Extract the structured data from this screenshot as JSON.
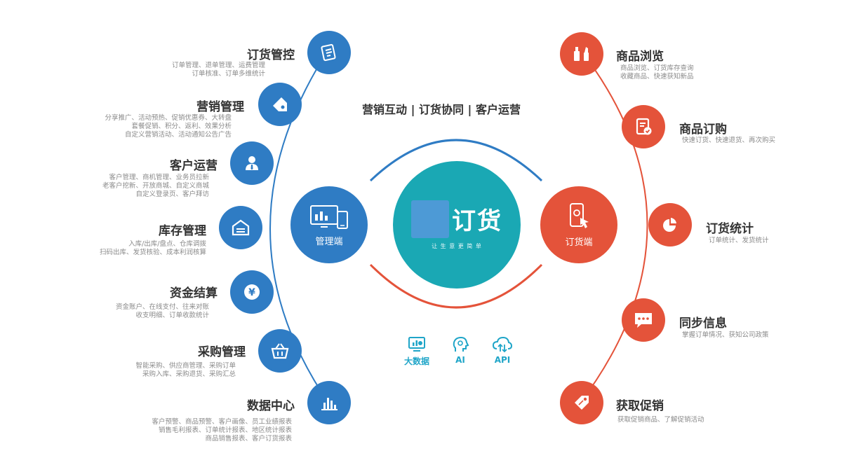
{
  "tagline": "营销互动 | 订货协同 | 客户运营",
  "center": {
    "logo_text": "订货",
    "slogan": "让 生 意 更 简 单"
  },
  "admin_hub": {
    "label": "管理端",
    "icon": "monitor-tablet-icon",
    "color": "#2f7cc4"
  },
  "order_hub": {
    "label": "订货端",
    "icon": "phone-tap-icon",
    "color": "#e4533a"
  },
  "center_color": "#1aa8b4",
  "left_modules": [
    {
      "title": "订货管控",
      "icon": "document-edit-icon",
      "lines": [
        "订单管理、退单管理、运费管理",
        "订单核准、订单多维统计"
      ]
    },
    {
      "title": "营销管理",
      "icon": "price-tag-icon",
      "lines": [
        "分享推广、活动预热、促销优惠券、大转盘",
        "套餐促销、积分、返利、效果分析",
        "自定义营销活动、活动通知公告广告"
      ]
    },
    {
      "title": "客户运营",
      "icon": "person-icon",
      "lines": [
        "客户管理、商机管理、业务员拉新",
        "老客户挖新、开放商城、自定义商城",
        "自定义登录页、客户拜访"
      ]
    },
    {
      "title": "库存管理",
      "icon": "warehouse-icon",
      "lines": [
        "入库/出库/盘点、仓库调拨",
        "扫码出库、发货核验、成本利润核算"
      ]
    },
    {
      "title": "资金结算",
      "icon": "yen-icon",
      "lines": [
        "资金账户、在线支付、往来对账",
        "收支明细、订单收款统计"
      ]
    },
    {
      "title": "采购管理",
      "icon": "basket-icon",
      "lines": [
        "智能采购、供应商管理、采购订单",
        "采购入库、采购退货、采购汇总"
      ]
    },
    {
      "title": "数据中心",
      "icon": "bar-chart-icon",
      "lines": [
        "客户预警、商品预警、客户画像、员工业绩报表",
        "销售毛利报表、订单统计报表、地区统计报表",
        "商品销售报表、客户订货报表"
      ]
    }
  ],
  "right_modules": [
    {
      "title": "商品浏览",
      "icon": "cosmetics-icon",
      "lines": [
        "商品浏览、订货库存查询",
        "收藏商品、快速获知新品"
      ]
    },
    {
      "title": "商品订购",
      "icon": "order-check-icon",
      "lines": [
        "快速订货、快速退货、再次购买"
      ]
    },
    {
      "title": "订货统计",
      "icon": "pie-chart-icon",
      "lines": [
        "订单统计、发货统计"
      ]
    },
    {
      "title": "同步信息",
      "icon": "chat-bubble-icon",
      "lines": [
        "掌握订单情况、获知公司政策"
      ]
    },
    {
      "title": "获取促销",
      "icon": "discount-tag-icon",
      "lines": [
        "获取促销商品、了解促销活动"
      ]
    }
  ],
  "features": [
    {
      "label": "大数据",
      "icon": "big-data-icon"
    },
    {
      "label": "AI",
      "icon": "ai-head-icon"
    },
    {
      "label": "API",
      "icon": "cloud-api-icon"
    }
  ]
}
